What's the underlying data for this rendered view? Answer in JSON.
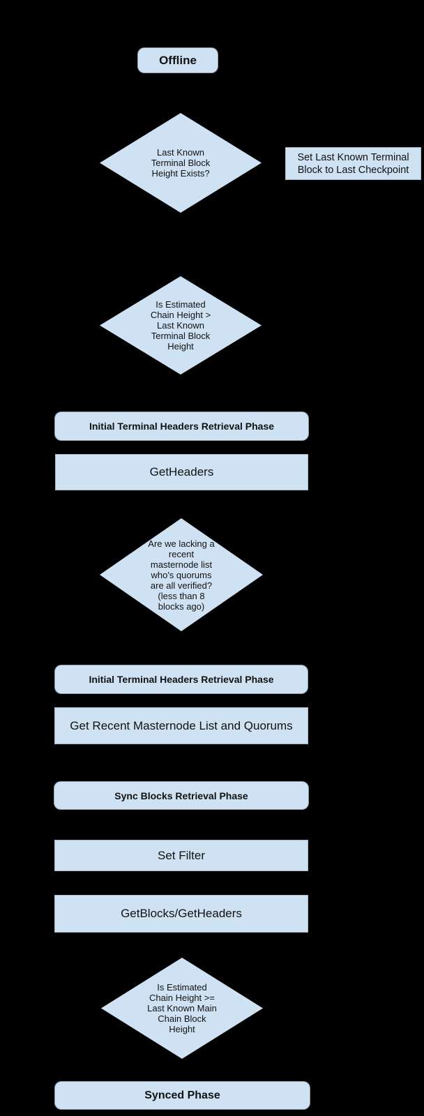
{
  "colors": {
    "background": "#000000",
    "shape_fill": "#cfe2f3",
    "text": "#111111"
  },
  "flowchart": {
    "start": {
      "label": "Offline"
    },
    "decision_terminal_height_exists": {
      "label": "Last Known\nTerminal Block\nHeight Exists?"
    },
    "action_set_last_known_terminal": {
      "label": "Set Last Known Terminal\nBlock to Last Checkpoint"
    },
    "decision_estimated_gt_terminal": {
      "label": "Is Estimated\nChain Height >\nLast Known\nTerminal Block\nHeight"
    },
    "phase_initial_terminal_headers_1": {
      "label": "Initial Terminal Headers Retrieval Phase"
    },
    "action_get_headers": {
      "label": "GetHeaders"
    },
    "decision_lacking_masternode_list": {
      "label": "Are we lacking a\nrecent\nmasternode list\nwho's quorums\nare all verified?\n(less than 8\nblocks ago)"
    },
    "phase_initial_terminal_headers_2": {
      "label": "Initial Terminal Headers Retrieval Phase"
    },
    "action_get_recent_masternode_list": {
      "label": "Get Recent Masternode List and Quorums"
    },
    "phase_sync_blocks": {
      "label": "Sync Blocks Retrieval Phase"
    },
    "action_set_filter": {
      "label": "Set Filter"
    },
    "action_get_blocks_get_headers": {
      "label": "GetBlocks/GetHeaders"
    },
    "decision_estimated_gte_main": {
      "label": "Is Estimated\nChain Height >=\nLast Known Main\nChain Block\nHeight"
    },
    "phase_synced": {
      "label": "Synced Phase"
    }
  }
}
